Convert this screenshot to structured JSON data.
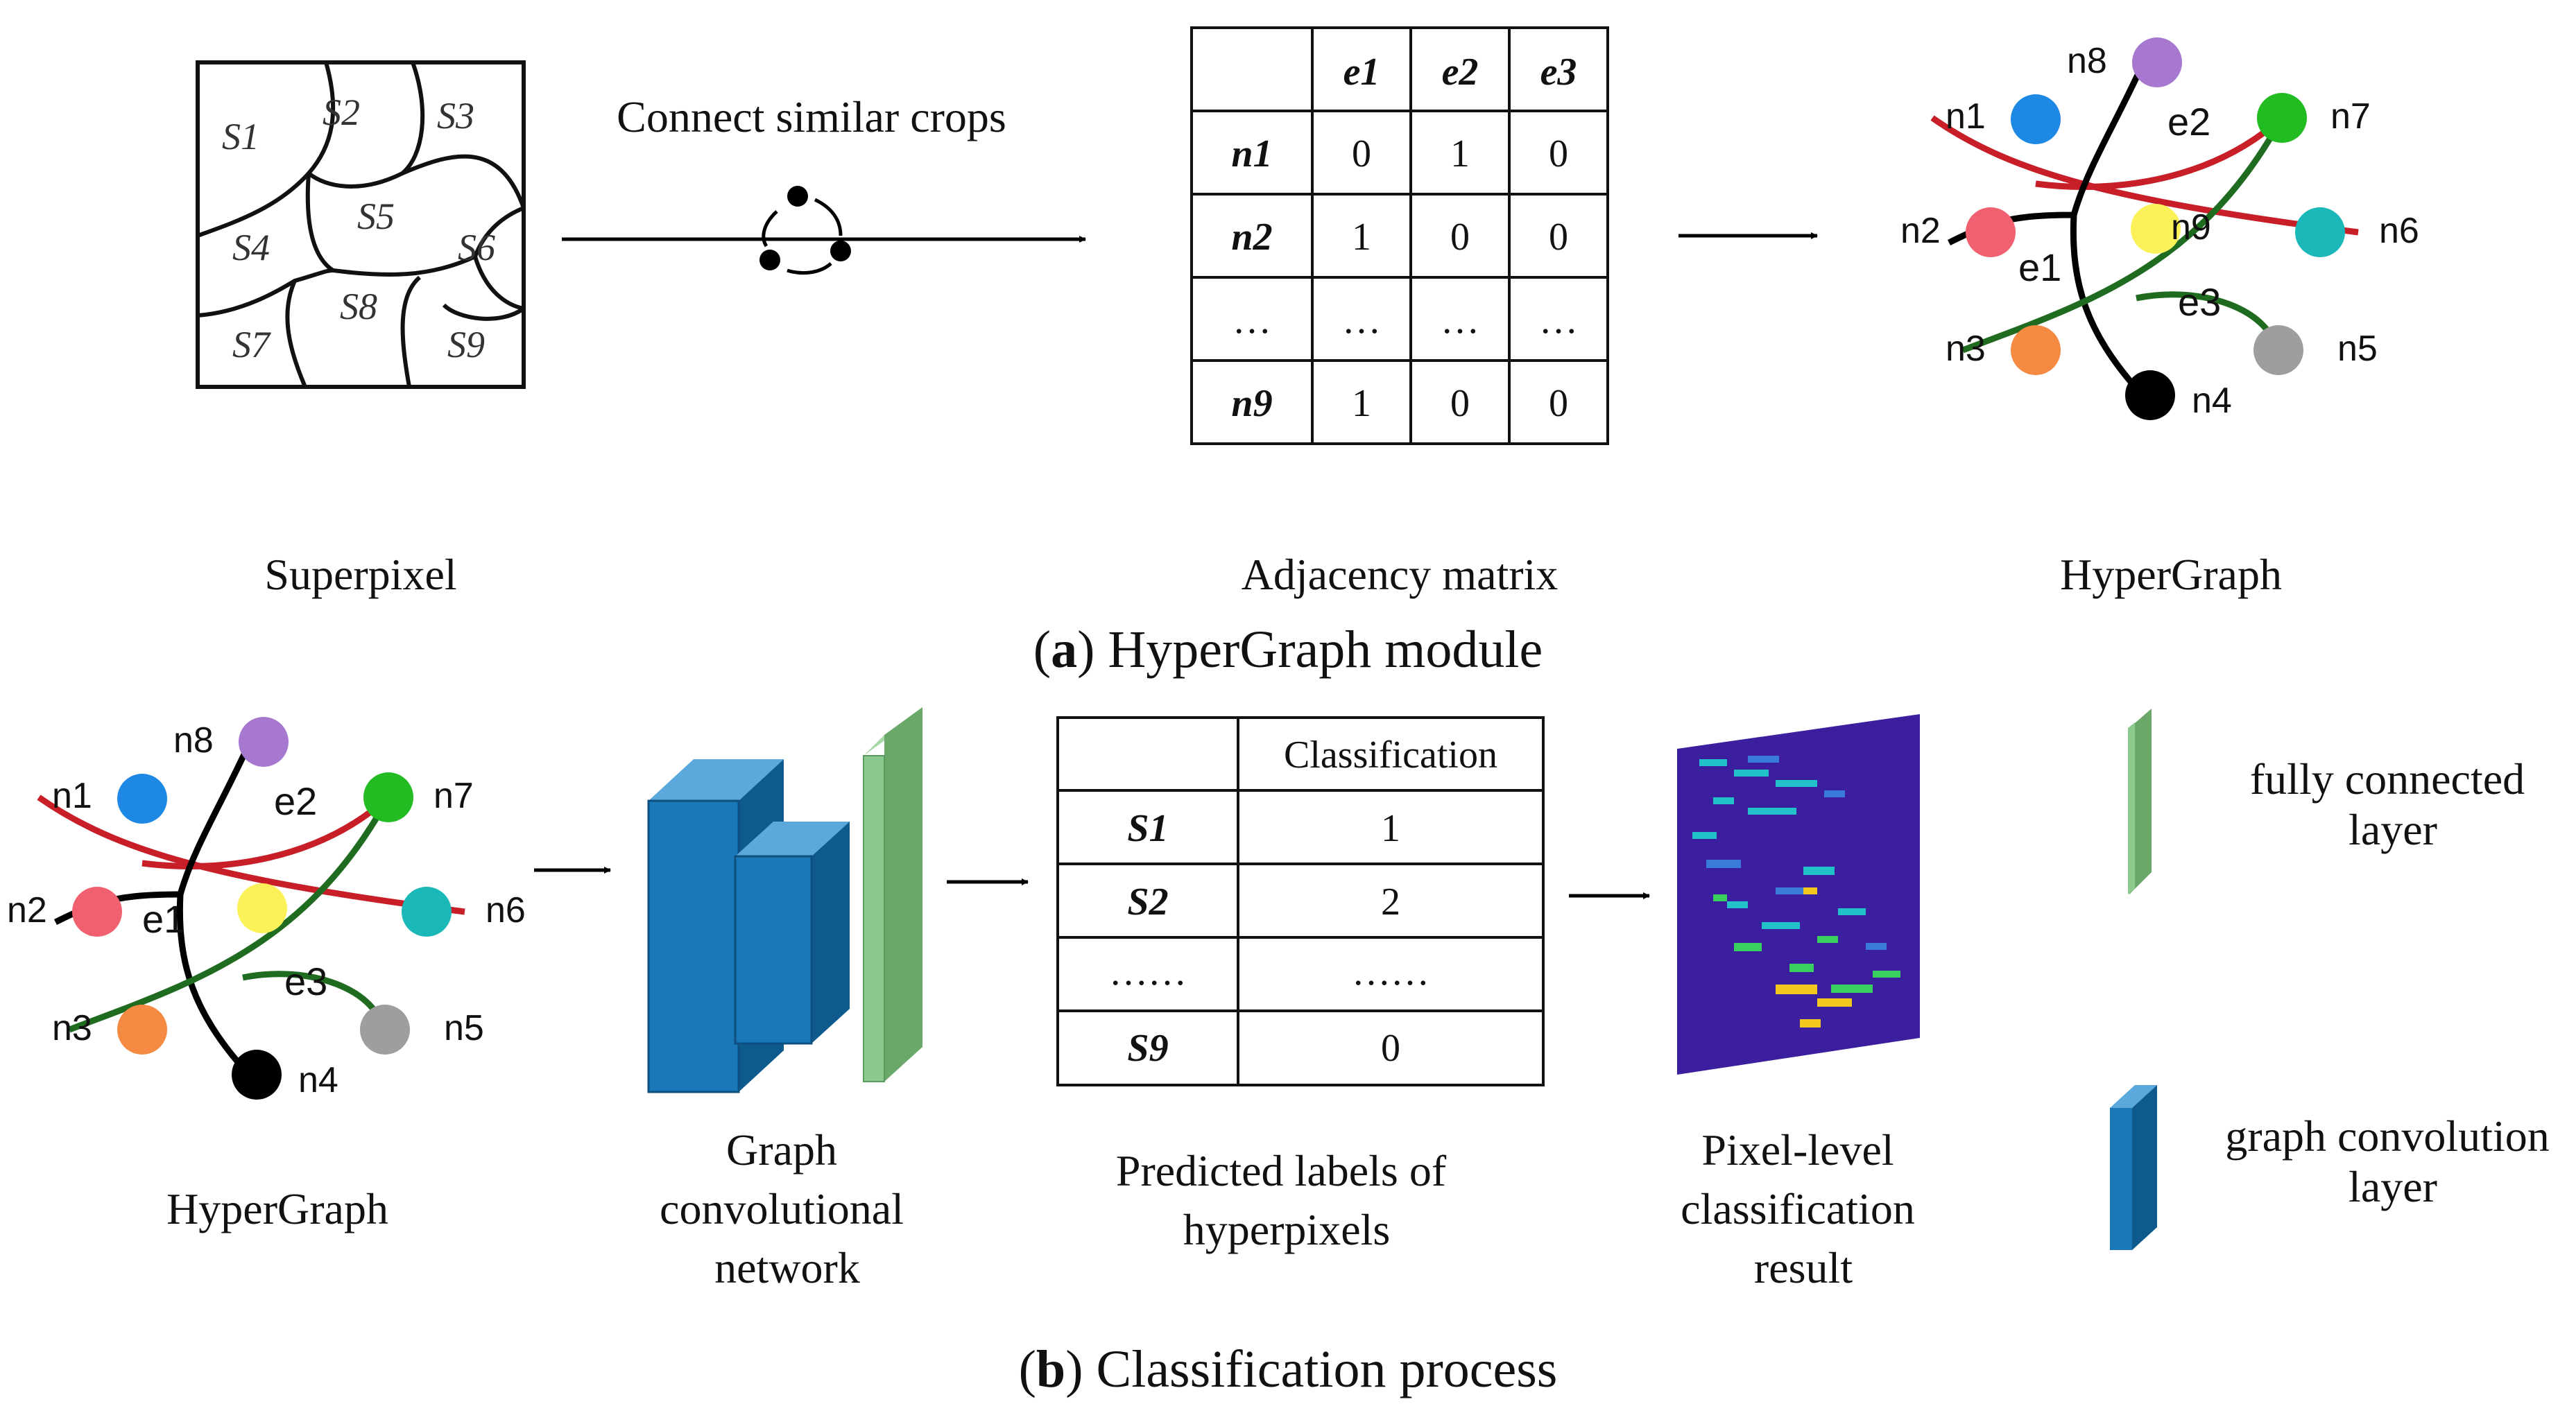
{
  "panel_a": {
    "caption_letter": "a",
    "caption_text": "HyperGraph module",
    "superpixel": {
      "label": "Superpixel",
      "regions": [
        "S1",
        "S2",
        "S3",
        "S4",
        "S5",
        "S6",
        "S7",
        "S8",
        "S9"
      ]
    },
    "arrow_label": "Connect similar crops",
    "adjacency": {
      "label": "Adjacency matrix",
      "headers": [
        "",
        "e1",
        "e2",
        "e3"
      ],
      "rows": [
        [
          "n1",
          "0",
          "1",
          "0"
        ],
        [
          "n2",
          "1",
          "0",
          "0"
        ],
        [
          "…",
          "…",
          "…",
          "…"
        ],
        [
          "n9",
          "1",
          "0",
          "0"
        ]
      ]
    },
    "hypergraph": {
      "label": "HyperGraph",
      "nodes": [
        {
          "id": "n1",
          "color": "#1e88e5"
        },
        {
          "id": "n2",
          "color": "#f06070"
        },
        {
          "id": "n3",
          "color": "#f58a42"
        },
        {
          "id": "n4",
          "color": "#000000"
        },
        {
          "id": "n5",
          "color": "#9e9e9e"
        },
        {
          "id": "n6",
          "color": "#1ab8b8"
        },
        {
          "id": "n7",
          "color": "#22bb22"
        },
        {
          "id": "n8",
          "color": "#a678d0"
        },
        {
          "id": "n9",
          "color": "#fbf25a"
        }
      ],
      "edges": [
        {
          "id": "e1",
          "color": "#000000"
        },
        {
          "id": "e2",
          "color": "#c81e28"
        },
        {
          "id": "e3",
          "color": "#1f6b1f"
        }
      ]
    }
  },
  "panel_b": {
    "caption_letter": "b",
    "caption_text": "Classification process",
    "hypergraph_label": "HyperGraph",
    "gcn_label": [
      "Graph",
      "convolutional",
      "network"
    ],
    "predicted": {
      "label": [
        "Predicted labels of",
        "hyperpixels"
      ],
      "header": "Classification",
      "rows": [
        [
          "S1",
          "1"
        ],
        [
          "S2",
          "2"
        ],
        [
          "……",
          "……"
        ],
        [
          "S9",
          "0"
        ]
      ]
    },
    "result_label": [
      "Pixel-level",
      "classification",
      "result"
    ],
    "legend": [
      {
        "label": [
          "fully connected",
          "layer"
        ],
        "color": "#8cc98c"
      },
      {
        "label": [
          "graph convolution",
          "layer"
        ],
        "color": "#1a78b8"
      }
    ]
  }
}
